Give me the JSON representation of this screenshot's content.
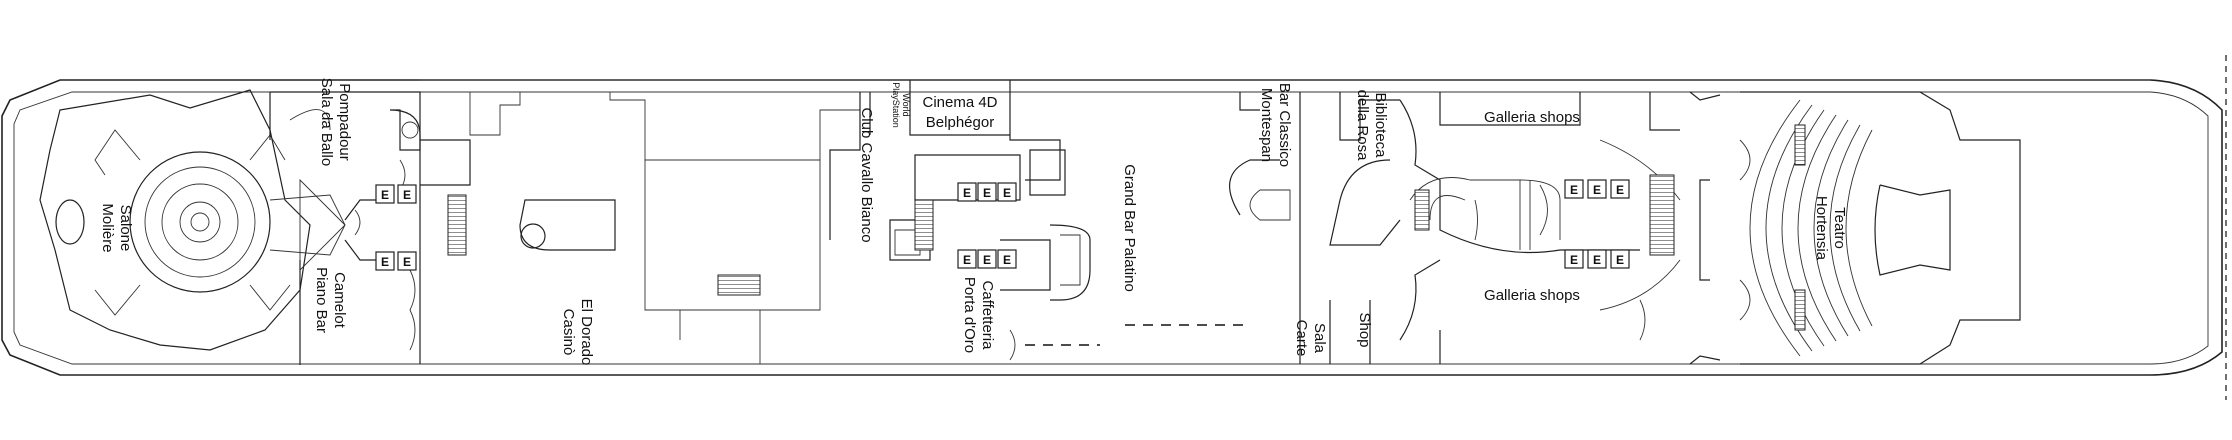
{
  "rooms": {
    "salone_moliere": [
      "Salone",
      "Molière"
    ],
    "sala_pompadour": [
      "Sala da Ballo",
      "Pompadour"
    ],
    "piano_bar_camelot": [
      "Piano Bar",
      "Camelot"
    ],
    "casino_el_dorado": [
      "Casinò",
      "El Dorado"
    ],
    "playstation_world": [
      "PlayStation",
      "World"
    ],
    "club_cavallo_bianco": [
      "Club Cavallo Bianco"
    ],
    "cinema_belphegor": [
      "Cinema 4D",
      "Belphégor"
    ],
    "caffetteria_porta_doro": [
      "Caffetteria",
      "Porta d'Oro"
    ],
    "grand_bar_palatino": [
      "Grand Bar Palatino"
    ],
    "bar_classico_montespan": [
      "Bar Classico",
      "Montespan"
    ],
    "biblioteca_della_rosa": [
      "Biblioteca",
      "della Rosa"
    ],
    "galleria_shops_top": [
      "Galleria shops"
    ],
    "galleria_shops_bottom": [
      "Galleria shops"
    ],
    "sala_carte": [
      "Sala",
      "Carte"
    ],
    "shop": [
      "Shop"
    ],
    "teatro_hortensia": [
      "Teatro",
      "Hortensia"
    ]
  },
  "lift_symbol": "E",
  "colors": {
    "line": "#222222",
    "stairs": "#555555",
    "background": "#ffffff"
  }
}
